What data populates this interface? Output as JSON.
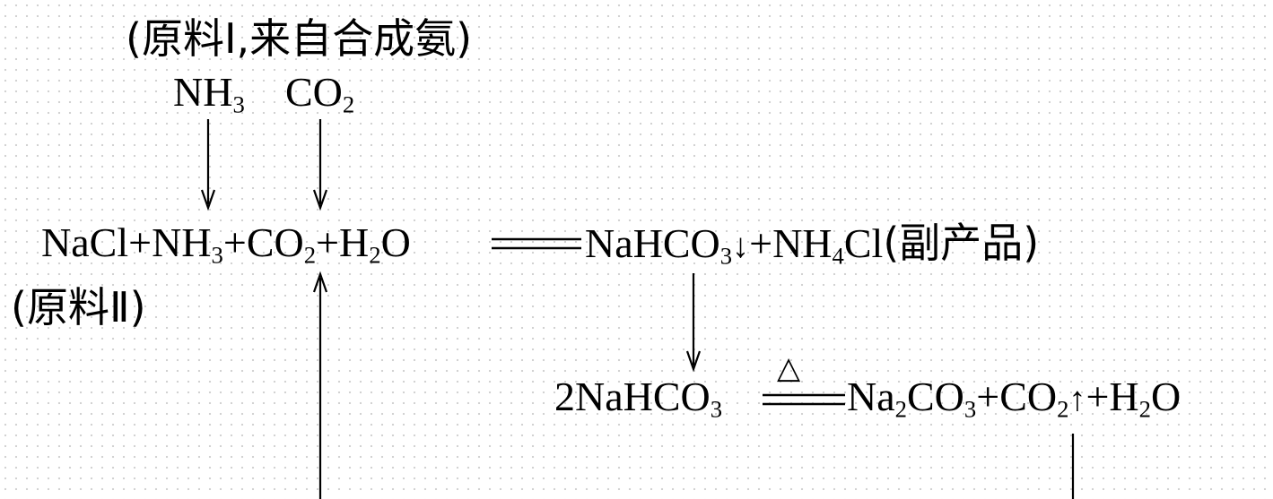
{
  "raw1": {
    "paren_open": "(",
    "label": "原料Ⅰ",
    "sep": ",",
    "source": "来自合成氨",
    "paren_close": ")"
  },
  "feed": {
    "nh3": {
      "main": "NH",
      "sub": "3"
    },
    "co2": {
      "main": "CO",
      "sub": "2"
    }
  },
  "eq1": {
    "nacl": "NaCl",
    "plus1": "+",
    "nh3": {
      "main": "NH",
      "sub": "3"
    },
    "plus2": "+",
    "co2": {
      "main": "CO",
      "sub": "2"
    },
    "plus3": "+",
    "h2o": {
      "main": "H",
      "sub": "2",
      "tail": "O"
    },
    "nahco3": {
      "main": "NaHCO",
      "sub": "3"
    },
    "precip": "↓",
    "plus4": "+",
    "nh4cl": {
      "main": "NH",
      "sub": "4",
      "tail": "Cl"
    },
    "byproduct": "(副产品)"
  },
  "raw2": {
    "text": "(原料Ⅱ)"
  },
  "eq2": {
    "coef": "2",
    "nahco3": {
      "main": "NaHCO",
      "sub": "3"
    },
    "heat": "△",
    "na2co3": {
      "main": "Na",
      "sub": "2",
      "tail": "CO",
      "sub2": "3"
    },
    "plus1": "+",
    "co2": {
      "main": "CO",
      "sub": "2"
    },
    "gas": "↑",
    "plus2": "+",
    "h2o": {
      "main": "H",
      "sub": "2",
      "tail": "O"
    }
  }
}
